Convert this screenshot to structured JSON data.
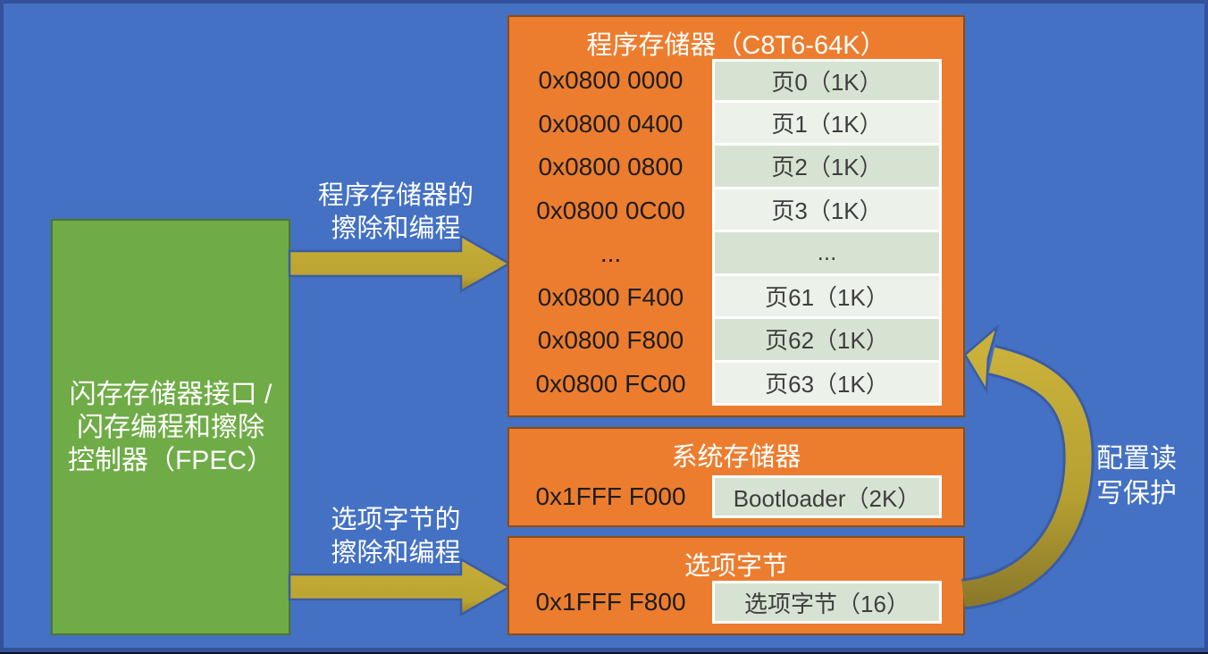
{
  "fpec": {
    "lines": [
      "闪存存储器接口 /",
      "闪存编程和擦除",
      "控制器（FPEC）"
    ]
  },
  "arrows": {
    "program_erase": {
      "lines": [
        "程序存储器的",
        "擦除和编程"
      ]
    },
    "option_erase": {
      "lines": [
        "选项字节的",
        "擦除和编程"
      ]
    },
    "protect": {
      "lines": [
        "配置读",
        "写保护"
      ]
    }
  },
  "program_memory": {
    "title": "程序存储器（C8T6-64K）",
    "rows": [
      {
        "address": "0x0800 0000",
        "page": "页0（1K）"
      },
      {
        "address": "0x0800 0400",
        "page": "页1（1K）"
      },
      {
        "address": "0x0800 0800",
        "page": "页2（1K）"
      },
      {
        "address": "0x0800 0C00",
        "page": "页3（1K）"
      },
      {
        "address": "...",
        "page": "..."
      },
      {
        "address": "0x0800 F400",
        "page": "页61（1K）"
      },
      {
        "address": "0x0800 F800",
        "page": "页62（1K）"
      },
      {
        "address": "0x0800 FC00",
        "page": "页63（1K）"
      }
    ]
  },
  "system_memory": {
    "title": "系统存储器",
    "row": {
      "address": "0x1FFF F000",
      "label": "Bootloader（2K）"
    }
  },
  "option_bytes": {
    "title": "选项字节",
    "row": {
      "address": "0x1FFF F800",
      "label": "选项字节（16）"
    }
  },
  "colors": {
    "background": "#4471c3",
    "border": "#35519c",
    "fpec_green": "#6fac47",
    "memory_orange": "#ec7d2f",
    "arrow_gold": "#c0aa34",
    "cell_dark": "#d7e3d2",
    "cell_light": "#ecf1e9"
  }
}
